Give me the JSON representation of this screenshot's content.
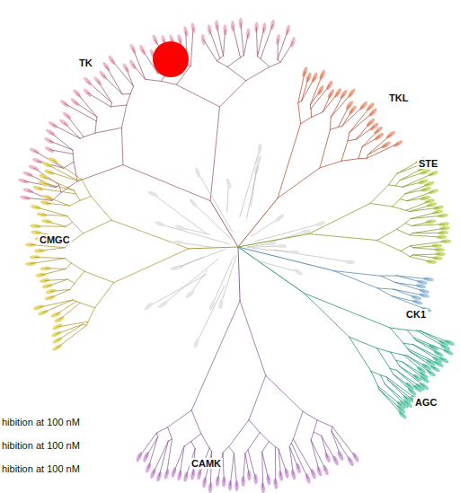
{
  "diagram": {
    "labels": [
      "TK",
      "TKL",
      "STE",
      "CMGC",
      "CK1",
      "AGC",
      "CAMK",
      "hibition at 100 nM",
      "hibition at 100 nM",
      "hibition at 100 nM"
    ]
  }
}
